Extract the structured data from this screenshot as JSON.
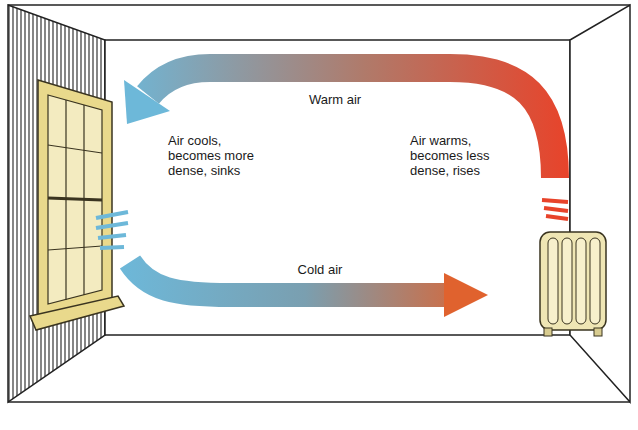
{
  "diagram": {
    "labels": [
      "Warm air",
      "Air cools, becomes more dense, sinks",
      "Air warms, becomes less dense, rises",
      "Cold air"
    ]
  }
}
